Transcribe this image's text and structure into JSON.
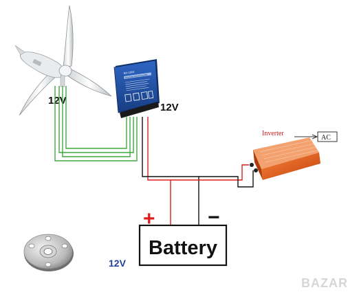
{
  "labels": {
    "turbine_voltage": "12V",
    "controller_voltage": "12V",
    "battery_voltage": "12V",
    "battery": "Battery",
    "plus": "+",
    "minus": "−",
    "inverter": "Inverter",
    "ac": "AC",
    "watermark": "BAZAR"
  },
  "controller": {
    "model": "BH-1004",
    "subtitle": "Wind/Solar Hybrid Controller"
  },
  "colors": {
    "wire_green": "#3daa3d",
    "wire_red": "#e01b1b",
    "wire_black": "#111111",
    "controller_blue": "#1f4f9e",
    "inverter_orange": "#e8601c",
    "label_blue": "#1f3f9e",
    "plus_red": "#e01b1b"
  }
}
